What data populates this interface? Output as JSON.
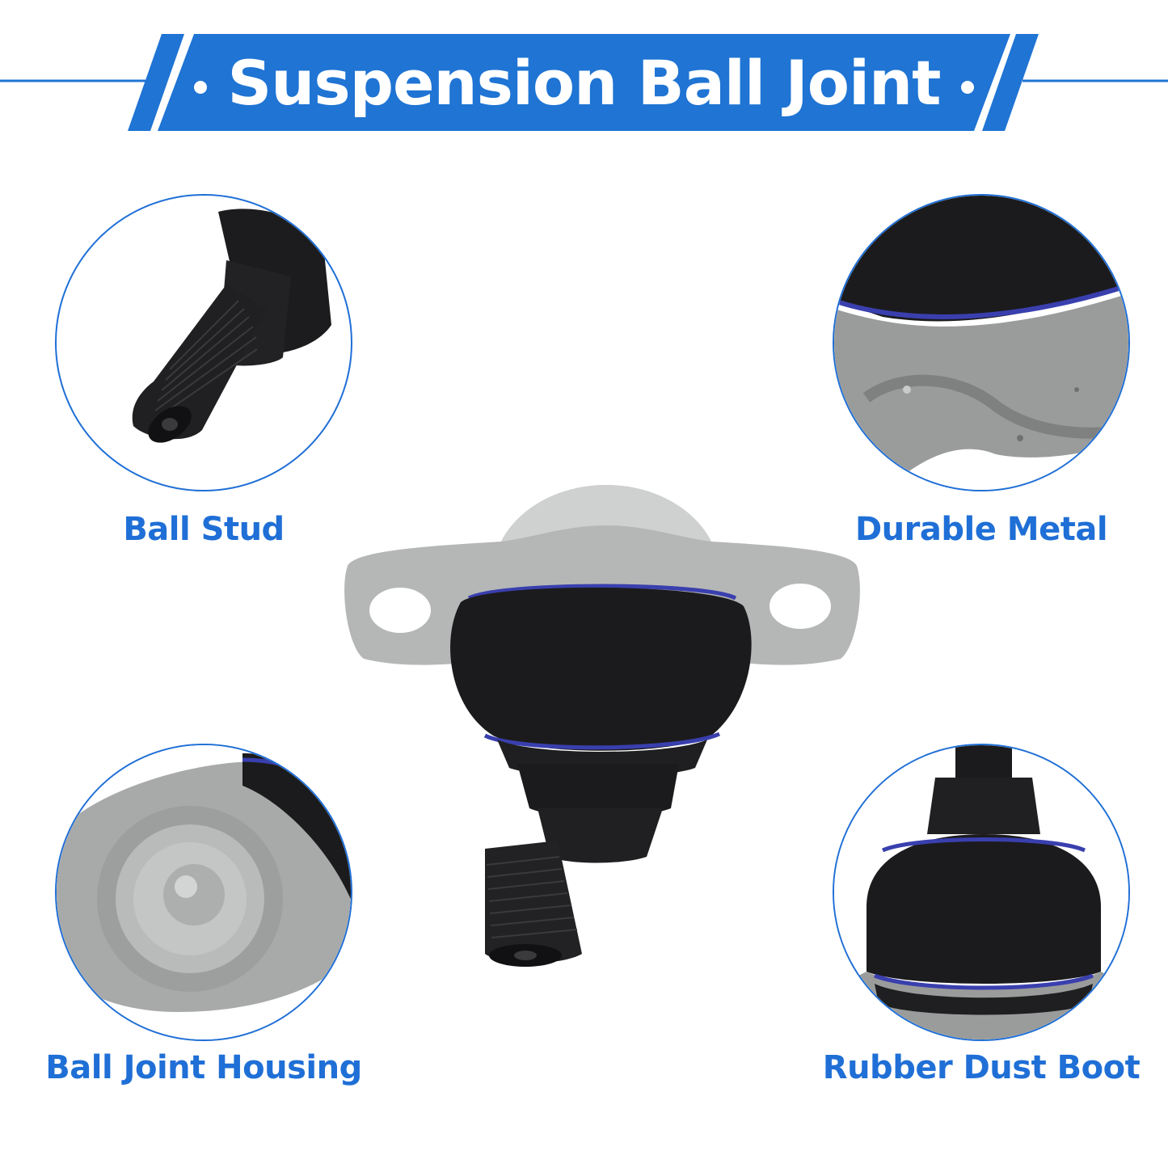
{
  "banner": {
    "title": "Suspension Ball Joint",
    "color": "#1f74d4"
  },
  "features": [
    {
      "label": "Ball Stud",
      "icon": "ball-stud-icon"
    },
    {
      "label": "Durable Metal",
      "icon": "metal-housing-icon"
    },
    {
      "label": "Ball Joint Housing",
      "icon": "housing-cap-icon"
    },
    {
      "label": "Rubber Dust Boot",
      "icon": "dust-boot-icon"
    }
  ],
  "colors": {
    "accent": "#1f6fd6",
    "rubber": "#1b1b1d",
    "metal": "#b7b9b8",
    "ring": "#3a3fae"
  }
}
